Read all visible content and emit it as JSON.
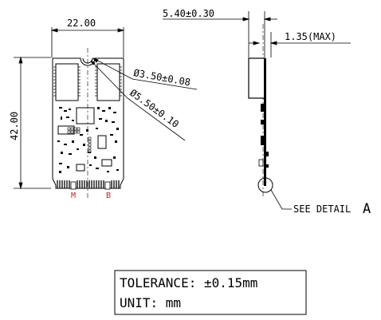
{
  "drawing": {
    "width_label": "22.00",
    "height_label": "42.00",
    "hole_small_label": "Ø3.50±0.08",
    "hole_large_label": "Ø5.50±0.10",
    "key_m_label": "M",
    "key_b_label": "B",
    "side_thickness_label": "5.40±0.30",
    "side_max_label": "1.35(MAX)",
    "detail_callout": "SEE DETAIL",
    "detail_letter": "A"
  },
  "notes": {
    "tolerance_line": "TOLERANCE: ±0.15mm",
    "unit_line": "UNIT: mm"
  },
  "colors": {
    "line": "#000000",
    "key_label": "#d42020",
    "board": "#111111"
  }
}
